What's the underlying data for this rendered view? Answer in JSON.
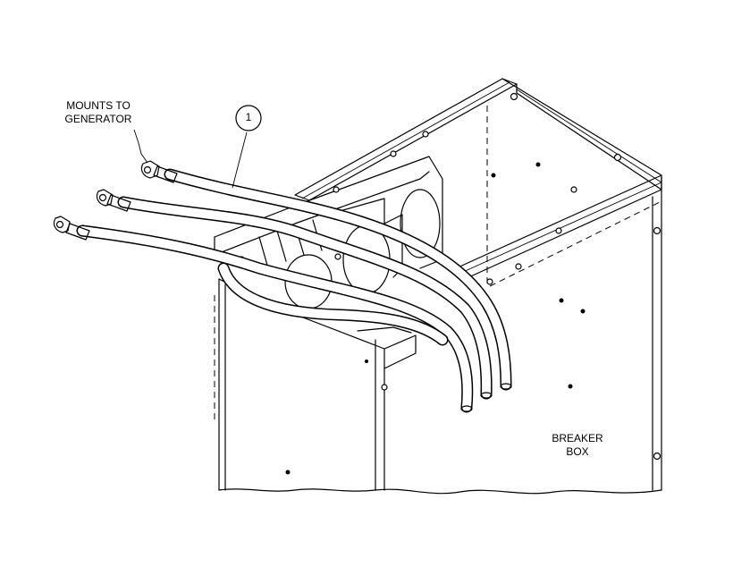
{
  "labels": {
    "mounts_line1": "MOUNTS TO",
    "mounts_line2": "GENERATOR",
    "breaker_line1": "BREAKER",
    "breaker_line2": "BOX"
  },
  "callouts": [
    {
      "number": "1"
    }
  ],
  "colors": {
    "line": "#000000",
    "background": "#ffffff"
  }
}
